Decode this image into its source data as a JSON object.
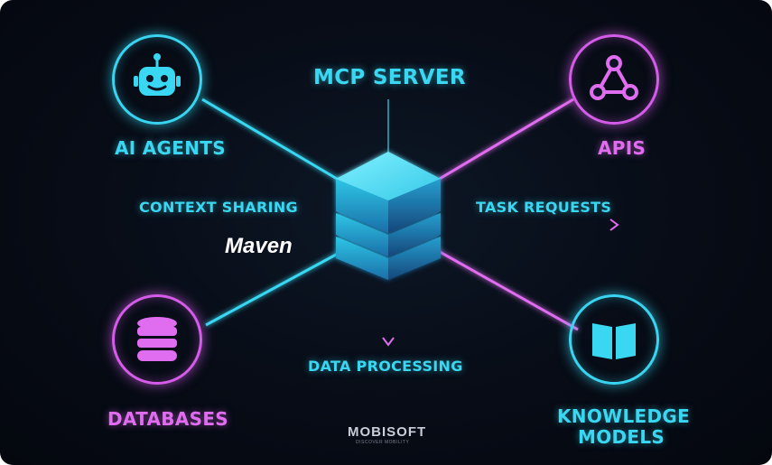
{
  "title": "MCP SERVER",
  "nodes": {
    "ai_agents": "AI AGENTS",
    "apis": "APIS",
    "databases": "DATABASES",
    "knowledge_line1": "KNOWLEDGE",
    "knowledge_line2": "MODELS"
  },
  "flows": {
    "context_sharing": "CONTEXT SHARING",
    "task_requests": "TASK REQUESTS",
    "data_processing": "DATA PROCESSING"
  },
  "brand": {
    "maven": "Maven",
    "logo": "MOBISOFT",
    "tagline": "DISCOVER MOBILITY"
  },
  "icons": {
    "ai_agents": "robot-icon",
    "apis": "network-triangle-icon",
    "databases": "database-icon",
    "knowledge_models": "book-icon",
    "server": "server-stack-icon"
  },
  "colors": {
    "cyan": "#39d7f2",
    "pink": "#e06cf0",
    "background": "#070c16"
  }
}
